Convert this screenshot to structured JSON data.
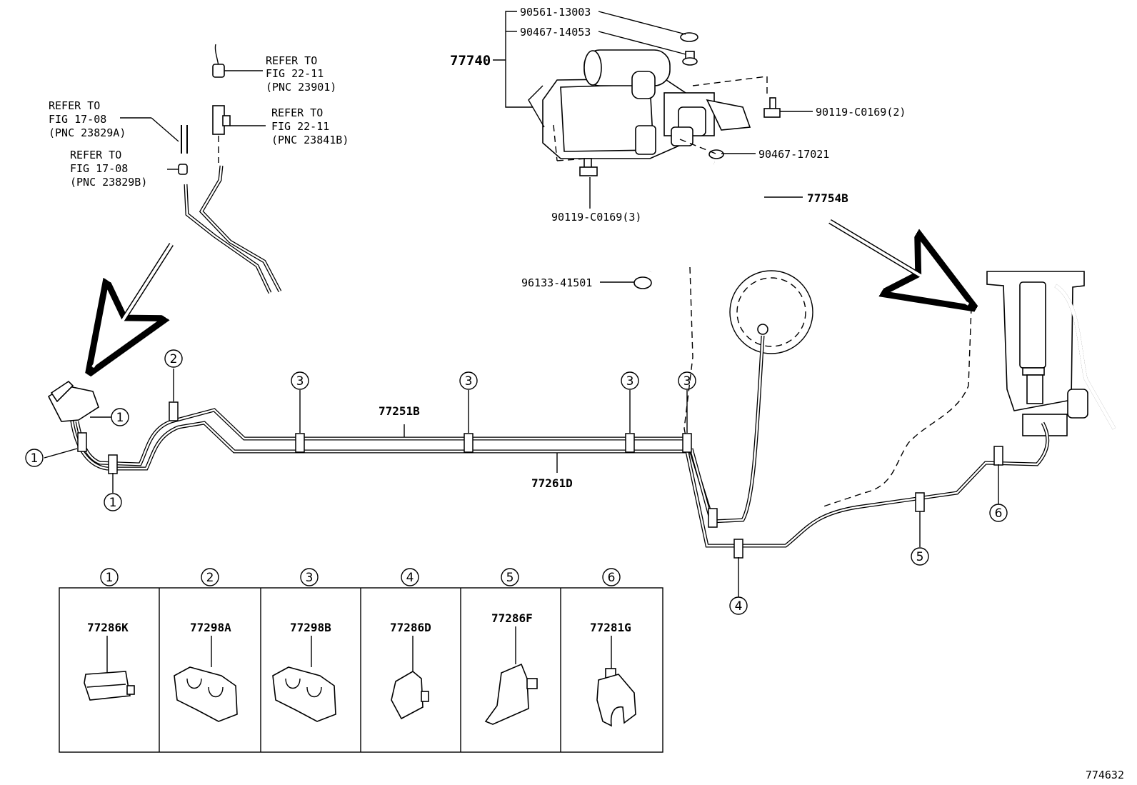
{
  "callouts": {
    "refer_1": {
      "l1": "REFER TO",
      "l2": "FIG 22-11",
      "l3": "(PNC 23901)"
    },
    "refer_2": {
      "l1": "REFER TO",
      "l2": "FIG 22-11",
      "l3": "(PNC 23841B)"
    },
    "refer_3": {
      "l1": "REFER TO",
      "l2": "FIG 17-08",
      "l3": "(PNC 23829A)"
    },
    "refer_4": {
      "l1": "REFER TO",
      "l2": "FIG 17-08",
      "l3": "(PNC 23829B)"
    }
  },
  "parts": {
    "p90561": "90561-13003",
    "p90467a": "90467-14053",
    "p77740": "77740",
    "p90119b": "90119-C0169(2)",
    "p90467b": "90467-17021",
    "p77754b": "77754B",
    "p90119a": "90119-C0169(3)",
    "p96133": "96133-41501",
    "p77251b": "77251B",
    "p77261d": "77261D"
  },
  "clamp_markers": [
    "1",
    "2",
    "3",
    "4",
    "5",
    "6"
  ],
  "legend": [
    {
      "number": "1",
      "part": "77286K"
    },
    {
      "number": "2",
      "part": "77298A"
    },
    {
      "number": "3",
      "part": "77298B"
    },
    {
      "number": "4",
      "part": "77286D"
    },
    {
      "number": "5",
      "part": "77286F"
    },
    {
      "number": "6",
      "part": "77281G"
    }
  ],
  "figure_id": "774632"
}
